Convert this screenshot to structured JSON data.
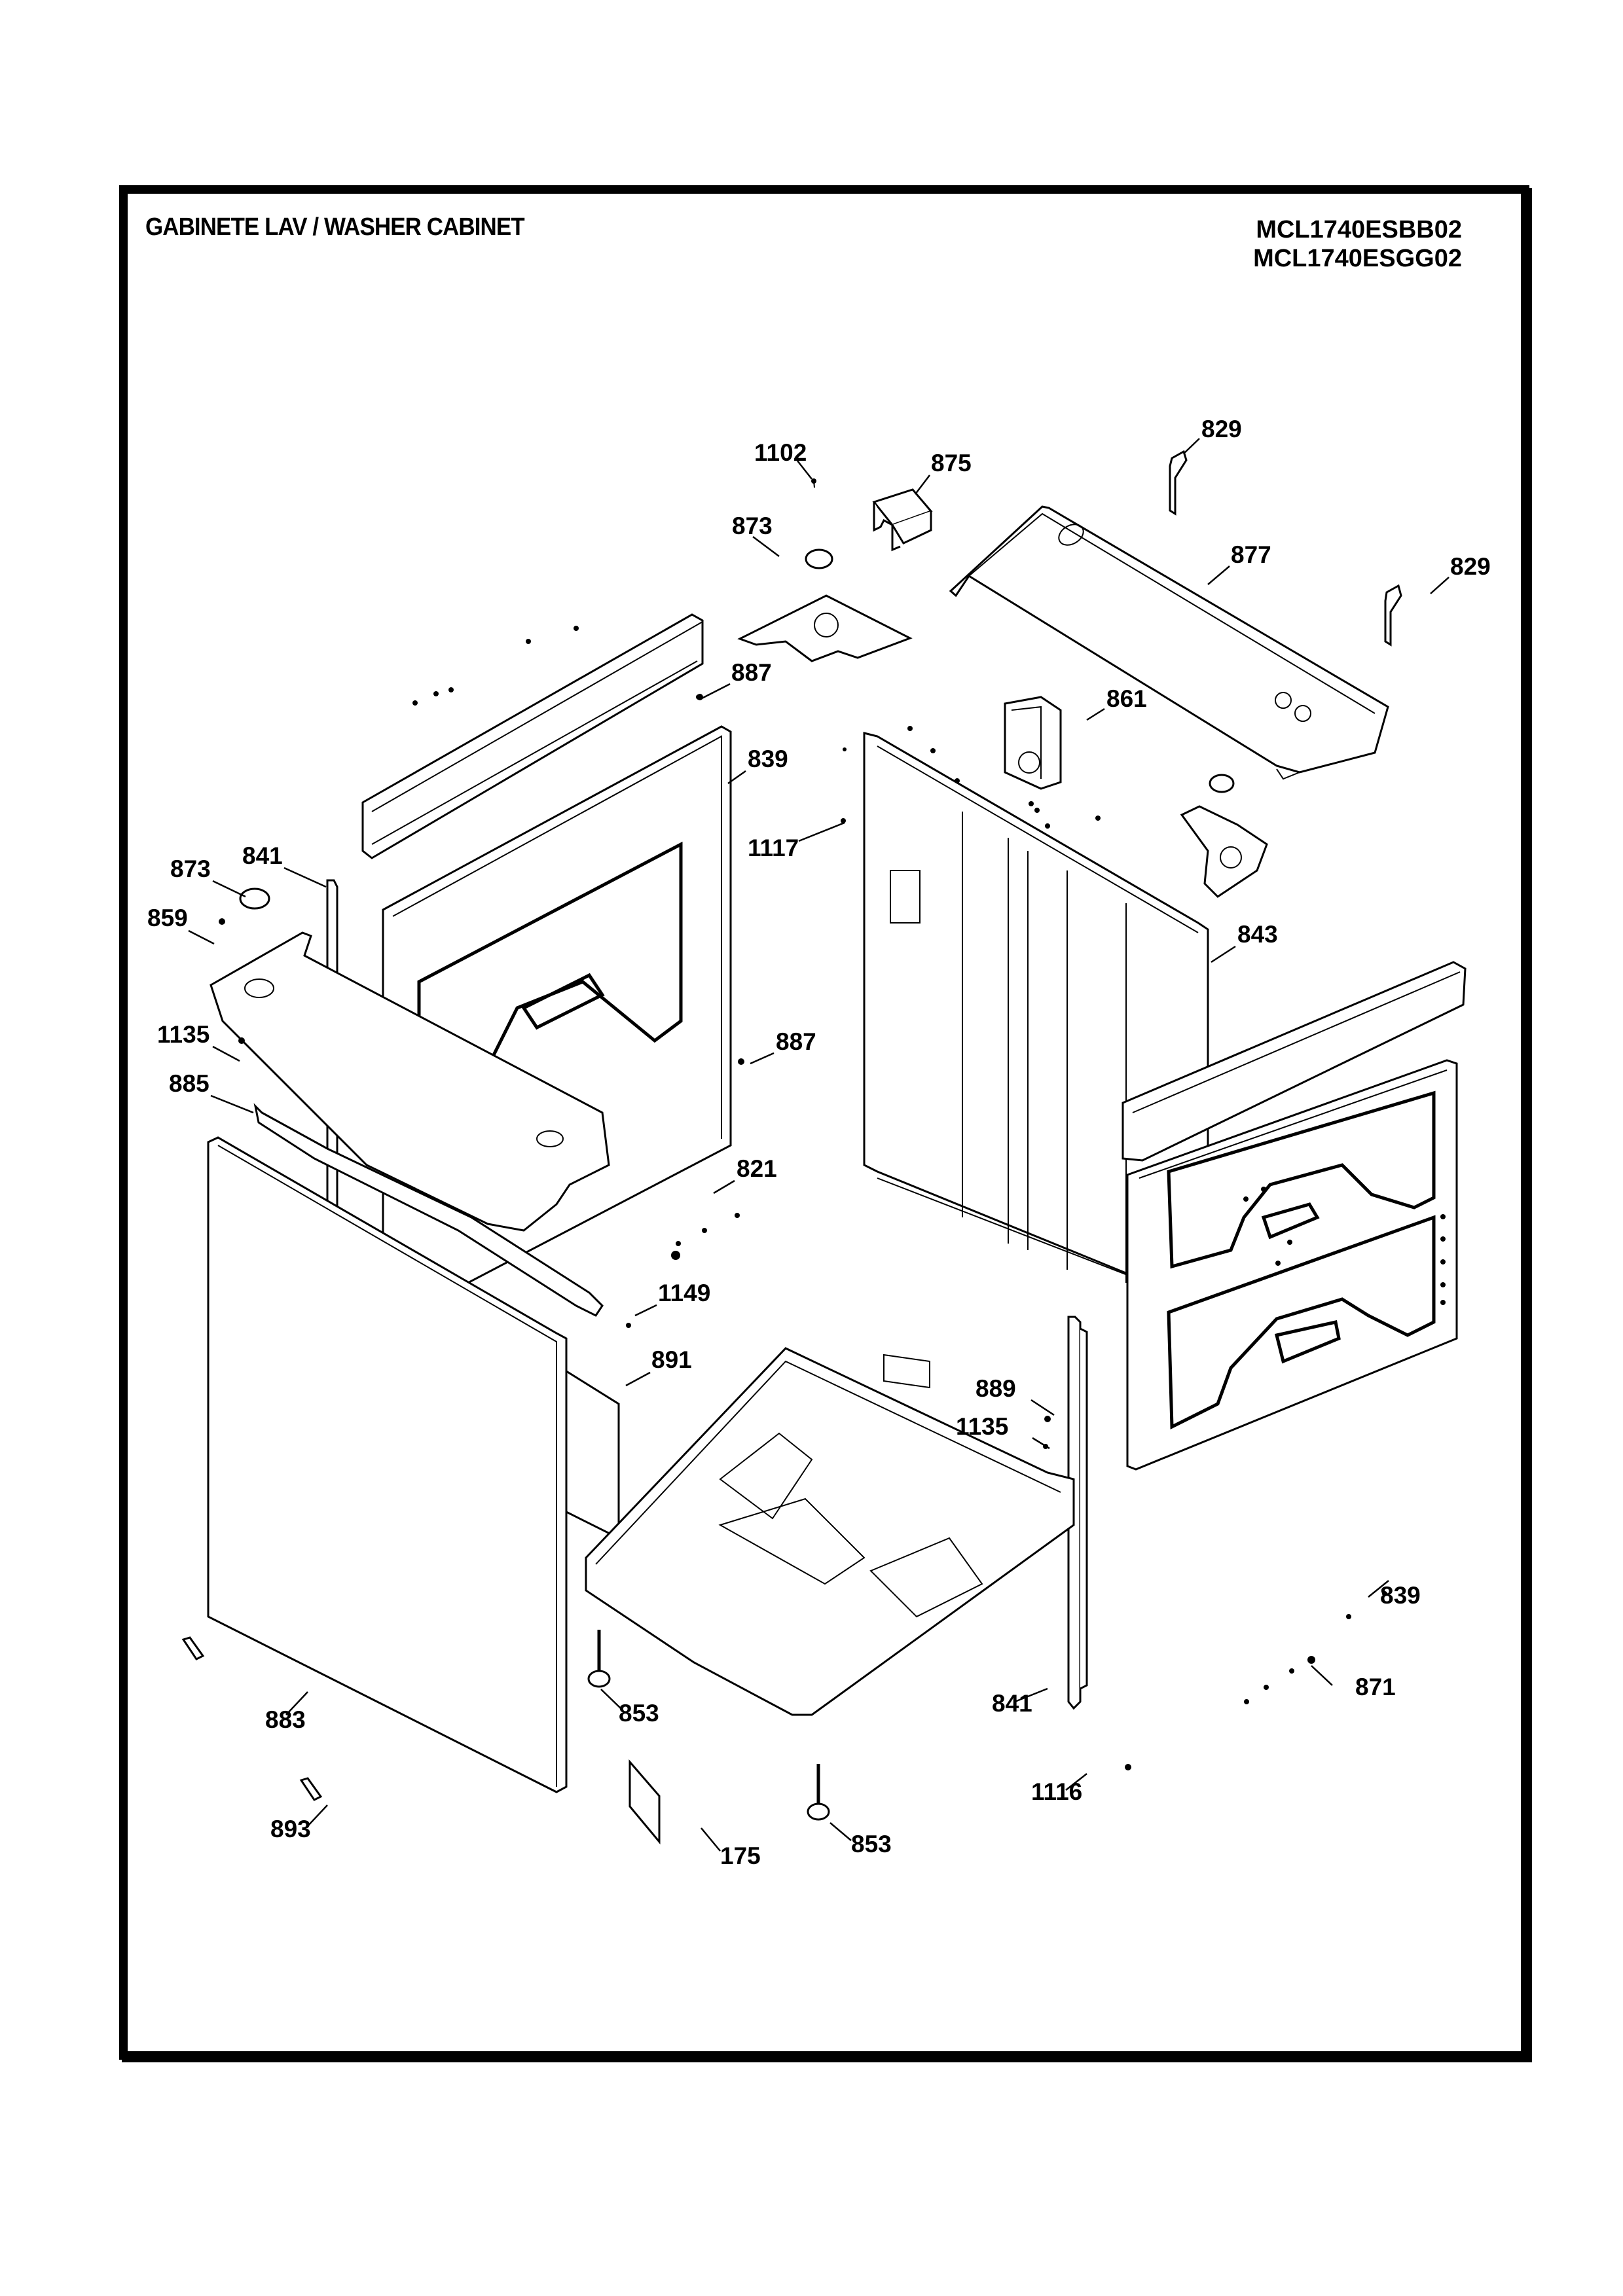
{
  "diagram": {
    "title": "GABINETE LAV / WASHER CABINET",
    "models": [
      "MCL1740ESBB02",
      "MCL1740ESGG02"
    ],
    "callouts": [
      {
        "id": "c-1102",
        "label": "1102",
        "part": "screw"
      },
      {
        "id": "c-875",
        "label": "875",
        "part": "bracket"
      },
      {
        "id": "c-829a",
        "label": "829",
        "part": "hinge-bracket"
      },
      {
        "id": "c-873a",
        "label": "873",
        "part": "bumper"
      },
      {
        "id": "c-877",
        "label": "877",
        "part": "top-cover-rear"
      },
      {
        "id": "c-829b",
        "label": "829",
        "part": "hinge-bracket"
      },
      {
        "id": "c-887a",
        "label": "887",
        "part": "stud"
      },
      {
        "id": "c-861",
        "label": "861",
        "part": "inlet-housing"
      },
      {
        "id": "c-839a",
        "label": "839",
        "part": "side-panel-left"
      },
      {
        "id": "c-1117",
        "label": "1117",
        "part": "screw"
      },
      {
        "id": "c-841a",
        "label": "841",
        "part": "corner-post"
      },
      {
        "id": "c-873b",
        "label": "873",
        "part": "bumper"
      },
      {
        "id": "c-859",
        "label": "859",
        "part": "clip"
      },
      {
        "id": "c-843",
        "label": "843",
        "part": "rear-panel"
      },
      {
        "id": "c-1135a",
        "label": "1135",
        "part": "clip-nut"
      },
      {
        "id": "c-887b",
        "label": "887",
        "part": "stud"
      },
      {
        "id": "c-885",
        "label": "885",
        "part": "front-rail"
      },
      {
        "id": "c-821",
        "label": "821",
        "part": "spacer"
      },
      {
        "id": "c-1149",
        "label": "1149",
        "part": "screw"
      },
      {
        "id": "c-891",
        "label": "891",
        "part": "insulation-pad"
      },
      {
        "id": "c-889",
        "label": "889",
        "part": "clip"
      },
      {
        "id": "c-1135b",
        "label": "1135",
        "part": "clip-nut"
      },
      {
        "id": "c-839b",
        "label": "839",
        "part": "side-panel-right"
      },
      {
        "id": "c-841b",
        "label": "841",
        "part": "corner-post"
      },
      {
        "id": "c-871",
        "label": "871",
        "part": "nut"
      },
      {
        "id": "c-883",
        "label": "883",
        "part": "front-panel"
      },
      {
        "id": "c-853a",
        "label": "853",
        "part": "leveling-foot"
      },
      {
        "id": "c-1116",
        "label": "1116",
        "part": "screw"
      },
      {
        "id": "c-893",
        "label": "893",
        "part": "clip"
      },
      {
        "id": "c-175",
        "label": "175",
        "part": "label-card"
      },
      {
        "id": "c-853b",
        "label": "853",
        "part": "leveling-foot"
      }
    ]
  }
}
